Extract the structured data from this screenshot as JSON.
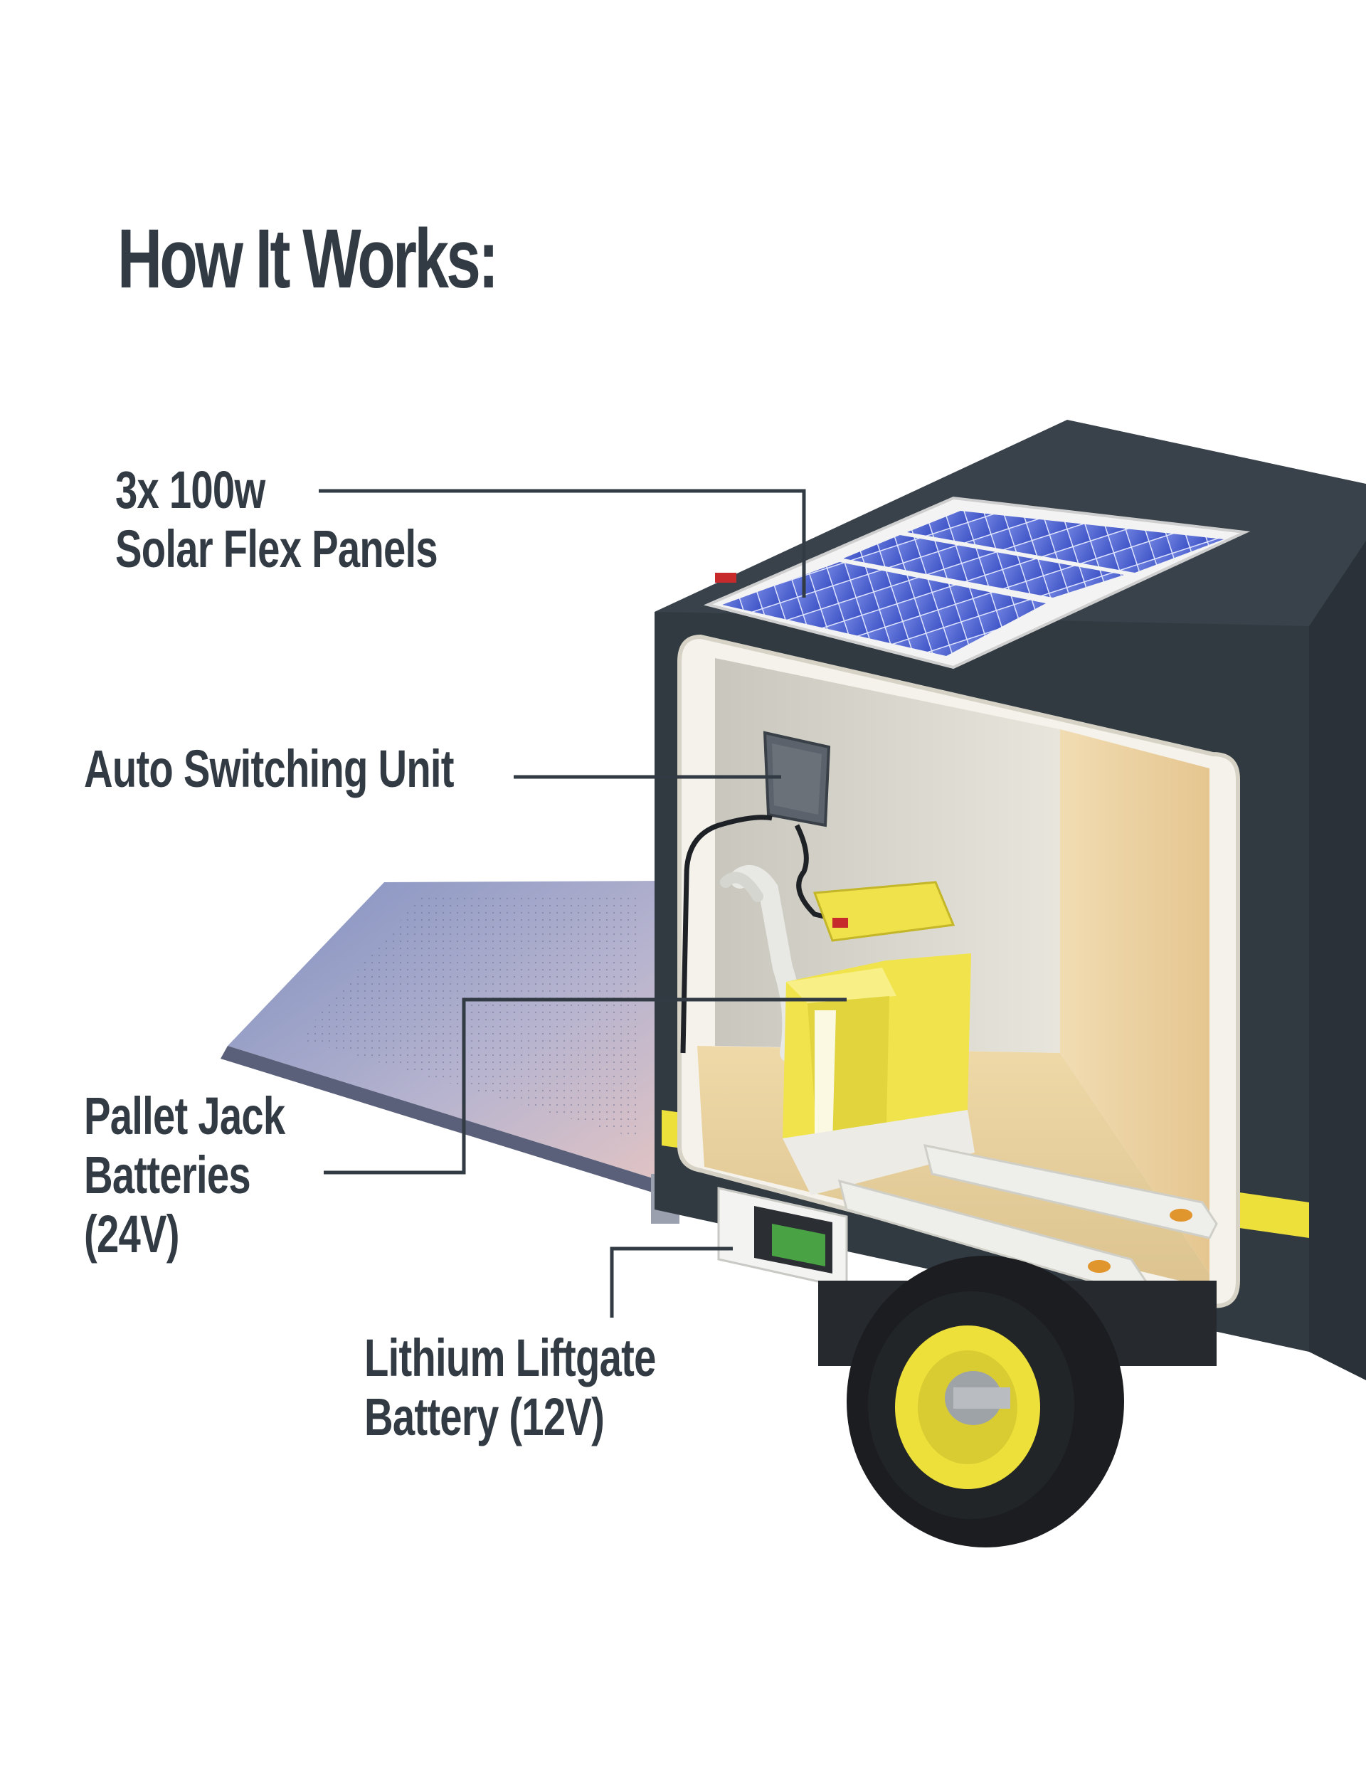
{
  "title": "How It Works:",
  "callouts": {
    "solar": {
      "line1": "3x 100w",
      "line2": "Solar Flex Panels"
    },
    "switch": {
      "line1": "Auto Switching Unit"
    },
    "pallet": {
      "line1": "Pallet Jack",
      "line2": "Batteries",
      "line3": "(24V)"
    },
    "lithium": {
      "line1": "Lithium Liftgate",
      "line2": "Battery (12V)"
    }
  },
  "colors": {
    "text": "#323b43",
    "truck_body": "#313941",
    "accent_yellow": "#ede03a",
    "solar_blue": "#4a5fd0",
    "floor_wood": "#e6c98f"
  }
}
